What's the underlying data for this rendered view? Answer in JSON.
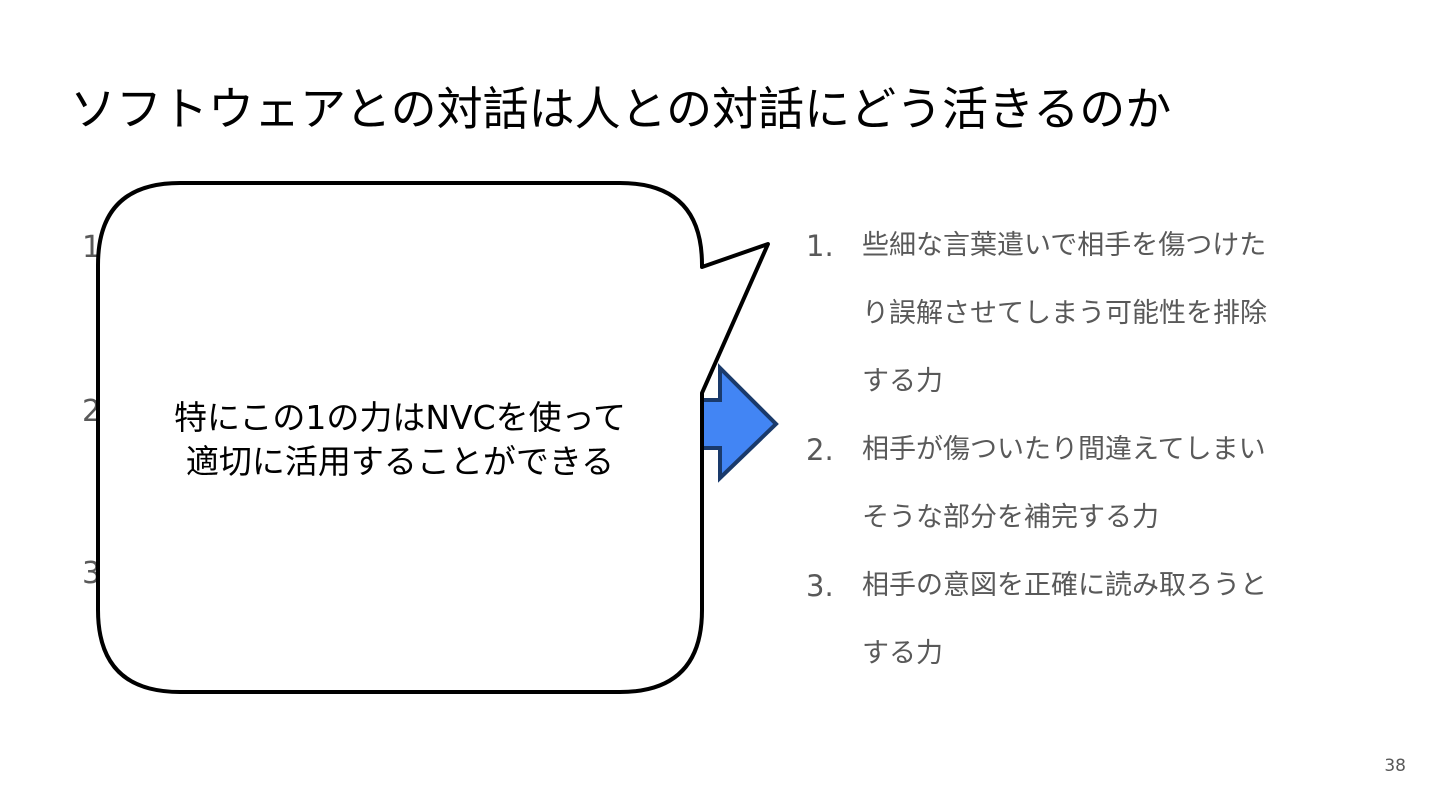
{
  "slide": {
    "title": "ソフトウェアとの対話は人との対話にどう活きるのか",
    "page_number": "38"
  },
  "left_list": {
    "numbers": [
      "1",
      "2",
      "3"
    ]
  },
  "callout": {
    "lines": [
      "特にこの1の力はNVCを使って",
      "適切に活用することができる"
    ]
  },
  "right_list": {
    "items": [
      {
        "number": "1.",
        "lines": [
          "些細な言葉遣いで相手を傷つけた",
          "り誤解させてしまう可能性を排除",
          "する力"
        ]
      },
      {
        "number": "2.",
        "lines": [
          "相手が傷ついたり間違えてしまい",
          "そうな部分を補完する力"
        ]
      },
      {
        "number": "3.",
        "lines": [
          "相手の意図を正確に読み取ろうと",
          "する力"
        ]
      }
    ]
  },
  "colors": {
    "arrow_fill": "#4285f4",
    "arrow_stroke": "#1a3a6b",
    "text_gray": "#595959"
  }
}
